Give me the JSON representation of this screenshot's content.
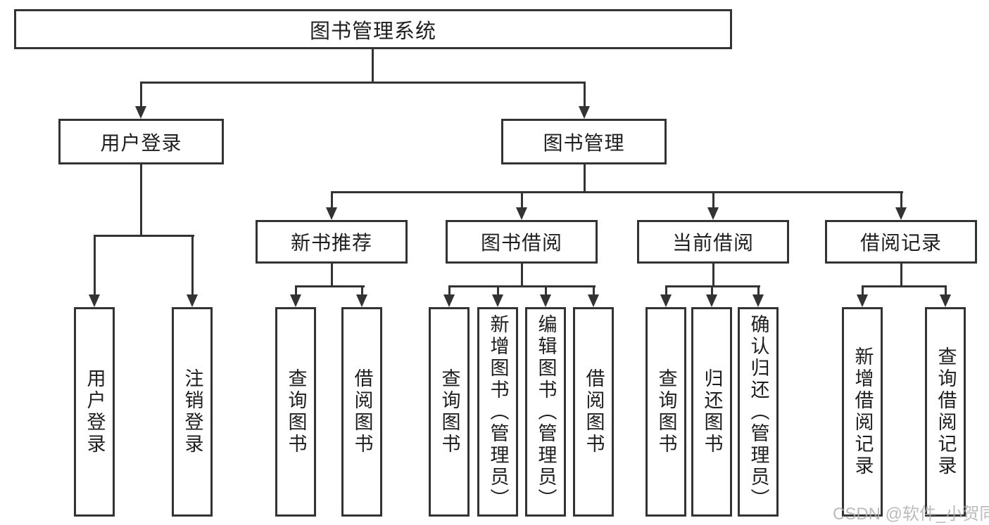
{
  "diagram_title": "图书管理系统",
  "colors": {
    "line": "#333333",
    "text": "#1e1e1e",
    "background": "#ffffff",
    "watermark": "#acacac"
  },
  "tree": {
    "root": "图书管理系统",
    "level2": [
      "用户登录",
      "图书管理"
    ],
    "level3": [
      "新书推荐",
      "图书借阅",
      "当前借阅",
      "借阅记录"
    ],
    "leaves": {
      "login": [
        "用户登录",
        "注销登录"
      ],
      "recommend": [
        "查询图书",
        "借阅图书"
      ],
      "borrow": [
        "查询图书",
        "新增图书（管理员）",
        "编辑图书（管理员）",
        "借阅图书"
      ],
      "current": [
        "查询图书",
        "归还图书",
        "确认归还（管理员）"
      ],
      "records": [
        "新增借阅记录",
        "查询借阅记录"
      ]
    }
  },
  "watermark": "CSDN @软件_小贺同学"
}
